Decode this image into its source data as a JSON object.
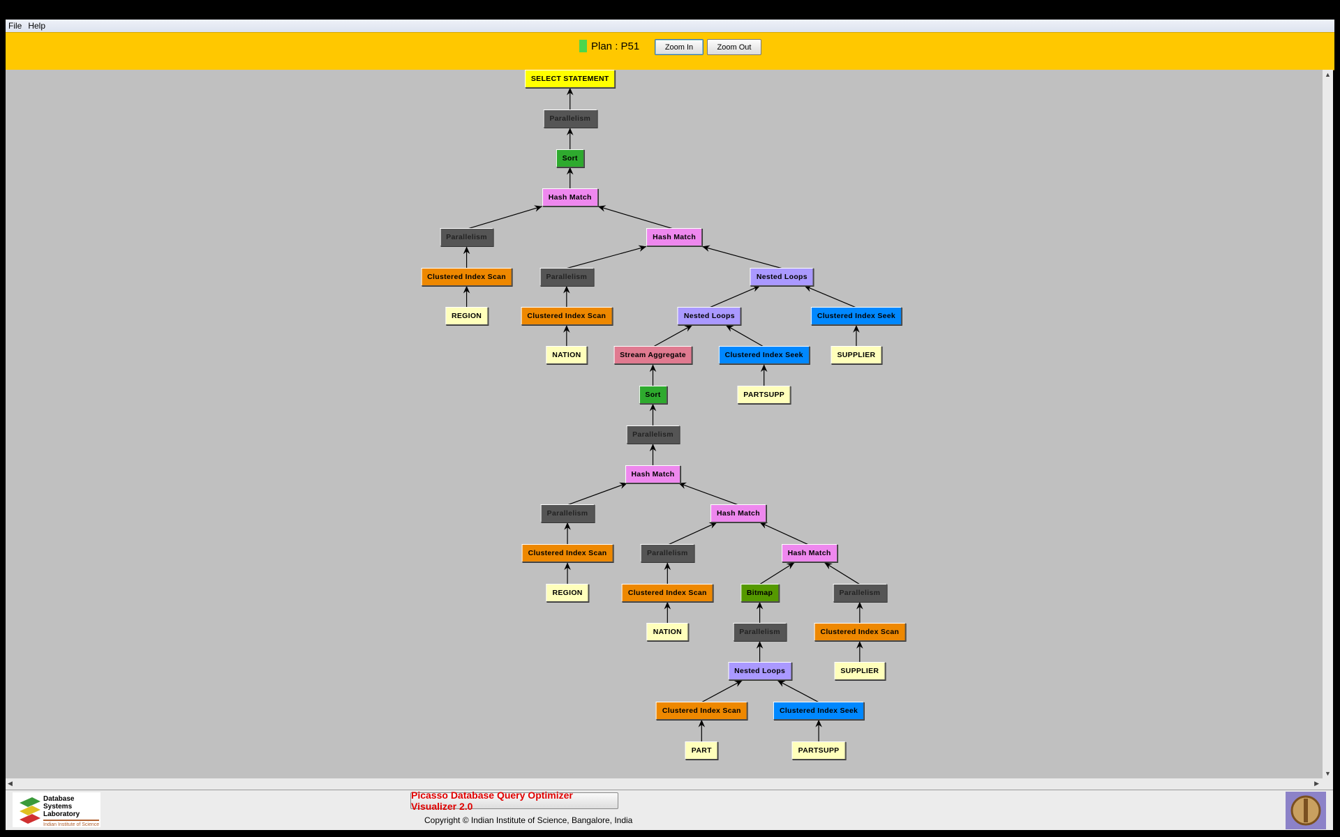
{
  "menu": [
    "File",
    "Help"
  ],
  "toolbar": {
    "plan_label": "Plan : P51",
    "plan_color": "#4cd64c",
    "zoom_in": "Zoom In",
    "zoom_out": "Zoom Out"
  },
  "footer": {
    "title": "Picasso Database Query Optimizer Visualizer 2.0",
    "copyright": "Copyright © Indian Institute of Science, Bangalore, India",
    "logo_text": [
      "Database",
      "Systems",
      "Laboratory",
      "Indian Institute of Science"
    ]
  },
  "nodes": [
    {
      "label": "SELECT STATEMENT",
      "type": "select",
      "parent": null
    },
    {
      "label": "Parallelism",
      "type": "par",
      "parent": 0
    },
    {
      "label": "Sort",
      "type": "sort",
      "parent": 1
    },
    {
      "label": "Hash Match",
      "type": "hash",
      "parent": 2
    },
    {
      "label": "Parallelism",
      "type": "par",
      "parent": 3
    },
    {
      "label": "Clustered Index Scan",
      "type": "cis",
      "parent": 4
    },
    {
      "label": "REGION",
      "type": "table",
      "parent": 5
    },
    {
      "label": "Hash Match",
      "type": "hash",
      "parent": 3
    },
    {
      "label": "Parallelism",
      "type": "par",
      "parent": 7
    },
    {
      "label": "Clustered Index Scan",
      "type": "cis",
      "parent": 8
    },
    {
      "label": "NATION",
      "type": "table",
      "parent": 9
    },
    {
      "label": "Nested Loops",
      "type": "nl",
      "parent": 7
    },
    {
      "label": "Nested Loops",
      "type": "nl",
      "parent": 11
    },
    {
      "label": "Clustered Index Seek",
      "type": "seek",
      "parent": 11
    },
    {
      "label": "SUPPLIER",
      "type": "table",
      "parent": 13
    },
    {
      "label": "Stream Aggregate",
      "type": "agg",
      "parent": 12
    },
    {
      "label": "Clustered Index Seek",
      "type": "seek",
      "parent": 12
    },
    {
      "label": "PARTSUPP",
      "type": "table",
      "parent": 16
    },
    {
      "label": "Sort",
      "type": "sort",
      "parent": 15
    },
    {
      "label": "Parallelism",
      "type": "par",
      "parent": 18
    },
    {
      "label": "Hash Match",
      "type": "hash",
      "parent": 19
    },
    {
      "label": "Parallelism",
      "type": "par",
      "parent": 20
    },
    {
      "label": "Clustered Index Scan",
      "type": "cis",
      "parent": 21
    },
    {
      "label": "REGION",
      "type": "table",
      "parent": 22
    },
    {
      "label": "Hash Match",
      "type": "hash",
      "parent": 20
    },
    {
      "label": "Parallelism",
      "type": "par",
      "parent": 24
    },
    {
      "label": "Clustered Index Scan",
      "type": "cis",
      "parent": 25
    },
    {
      "label": "NATION",
      "type": "table",
      "parent": 26
    },
    {
      "label": "Hash Match",
      "type": "hash",
      "parent": 24
    },
    {
      "label": "Bitmap",
      "type": "bitmap",
      "parent": 28
    },
    {
      "label": "Parallelism",
      "type": "par",
      "parent": 29
    },
    {
      "label": "Nested Loops",
      "type": "nl",
      "parent": 30
    },
    {
      "label": "Clustered Index Scan",
      "type": "cis",
      "parent": 31
    },
    {
      "label": "PART",
      "type": "table",
      "parent": 32
    },
    {
      "label": "Clustered Index Seek",
      "type": "seek",
      "parent": 31
    },
    {
      "label": "PARTSUPP",
      "type": "table",
      "parent": 34
    },
    {
      "label": "Parallelism",
      "type": "par",
      "parent": 28
    },
    {
      "label": "Clustered Index Scan",
      "type": "cis",
      "parent": 36
    },
    {
      "label": "SUPPLIER",
      "type": "table",
      "parent": 37
    }
  ]
}
